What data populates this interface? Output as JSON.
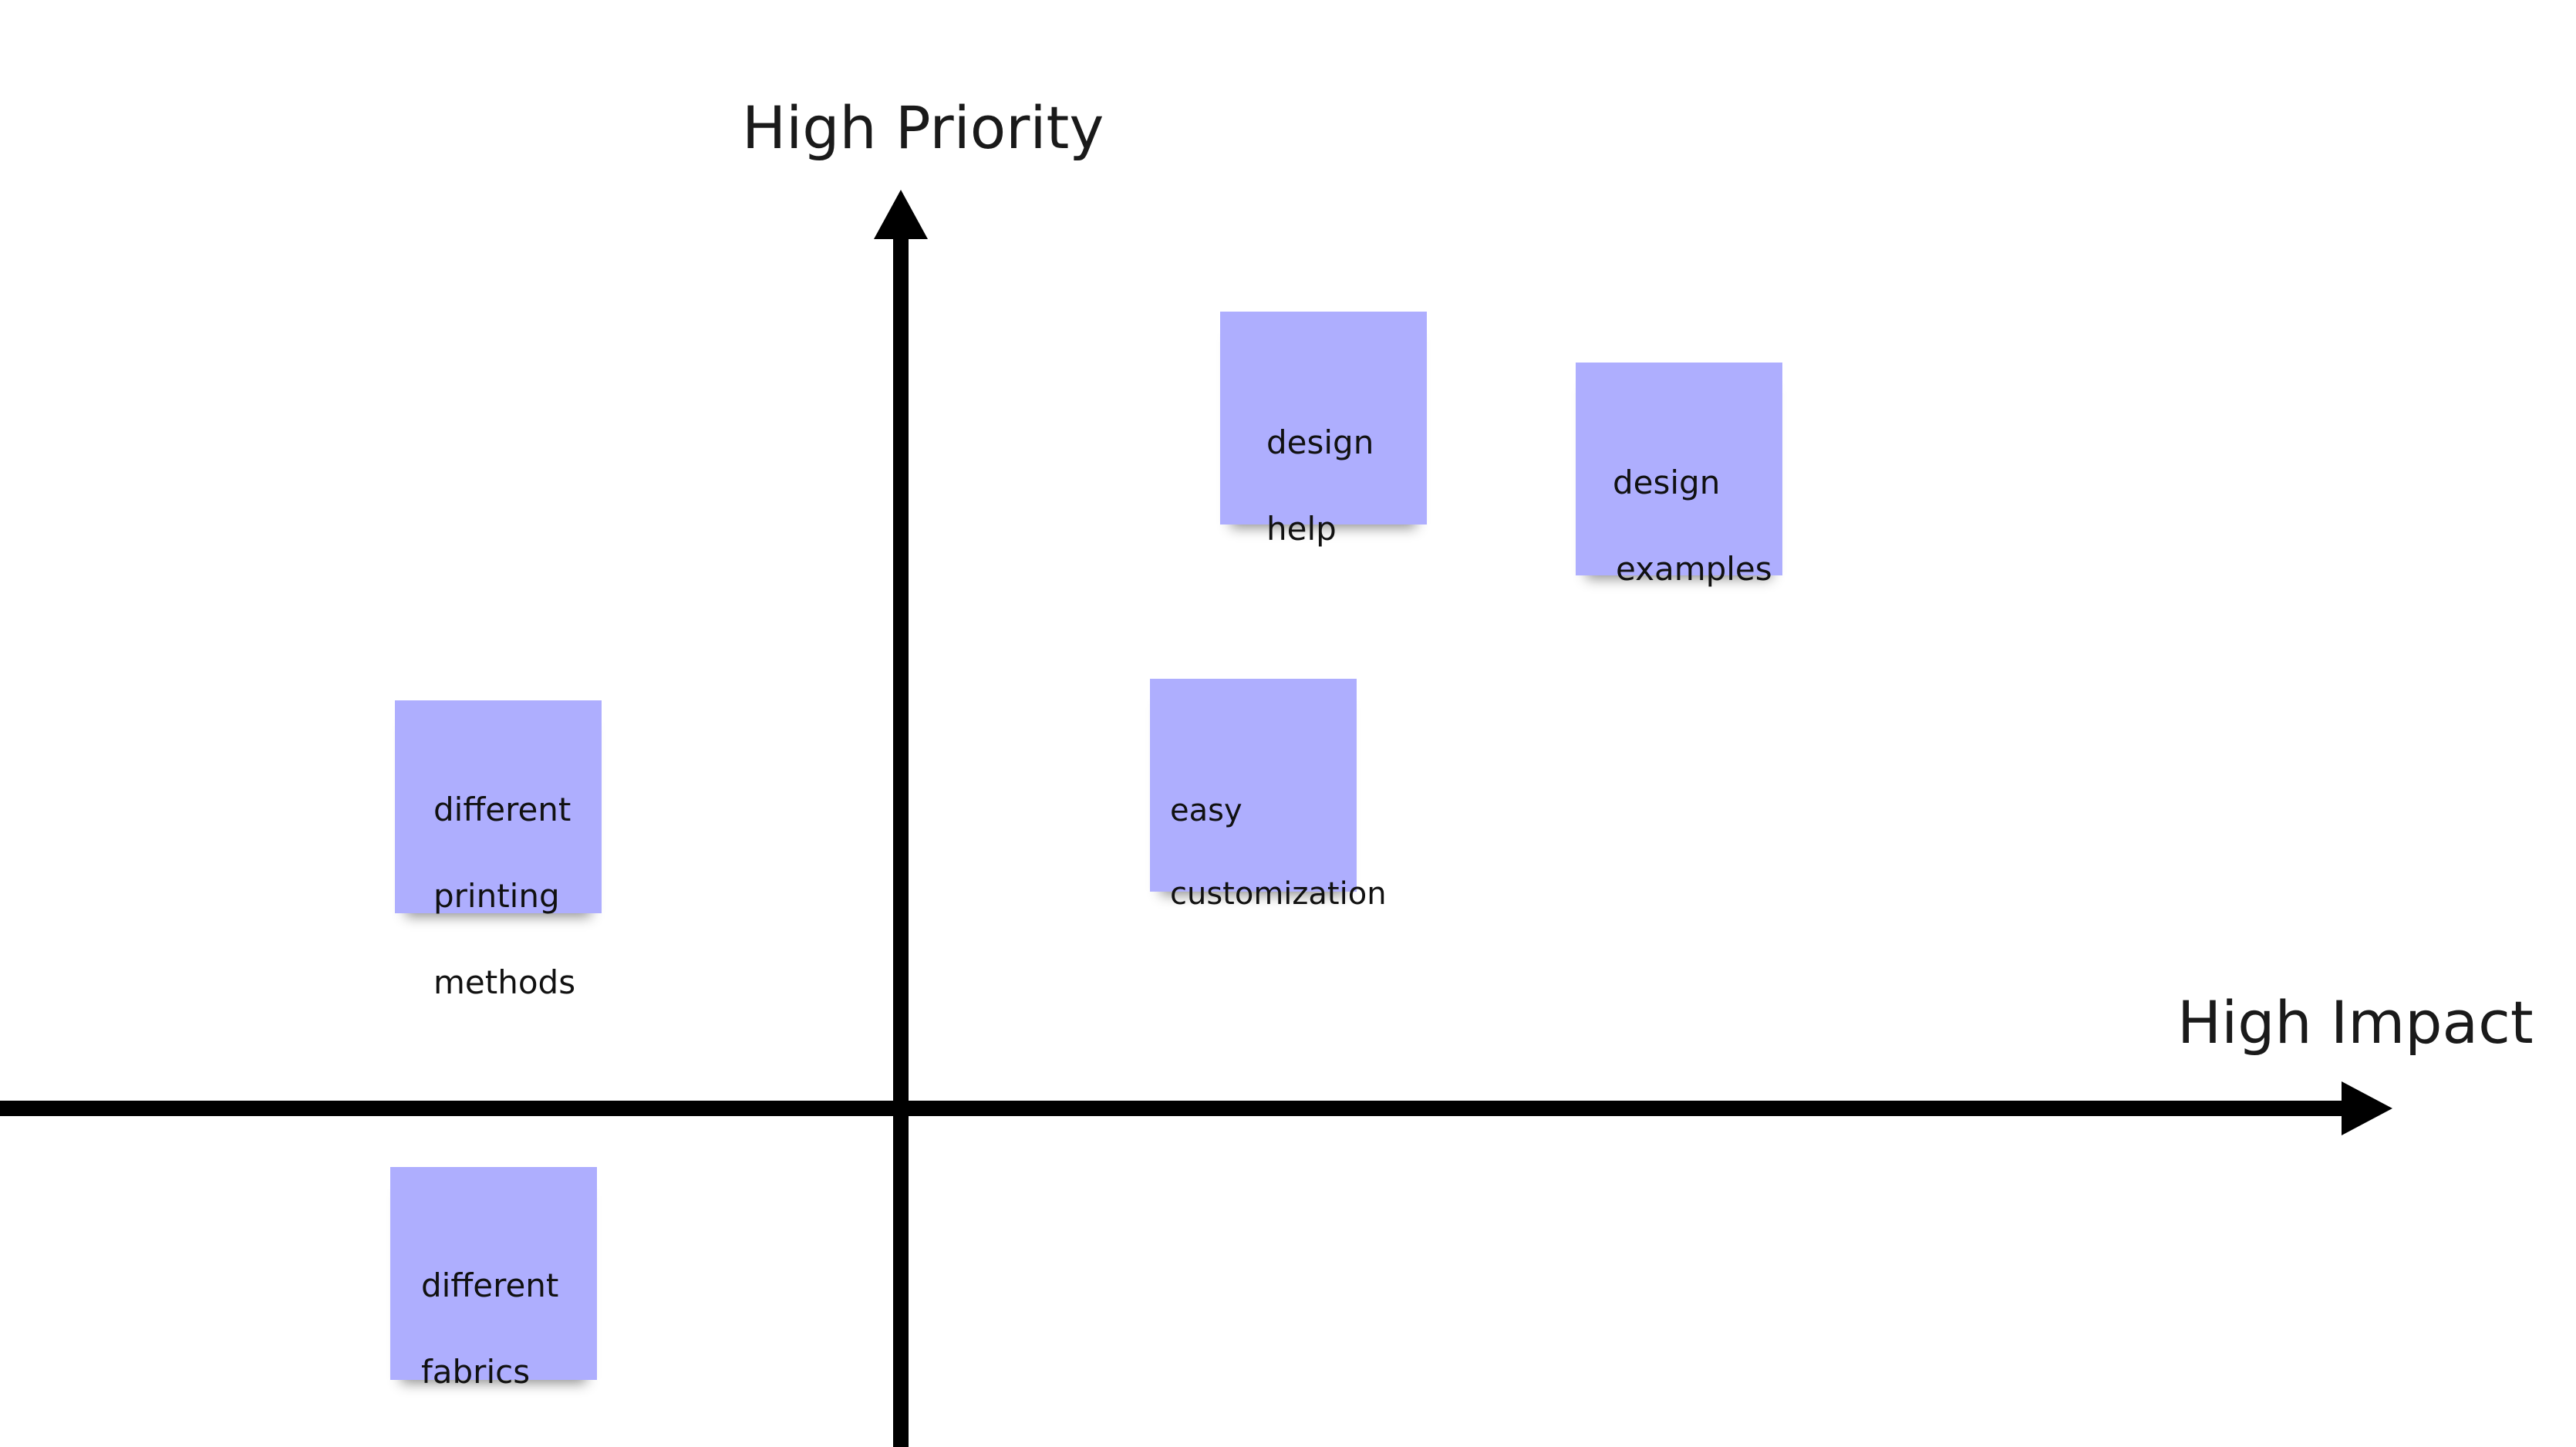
{
  "axes": {
    "y_label": "High Priority",
    "x_label": "High Impact",
    "stroke_color": "#000000"
  },
  "note_color": "#aeaefe",
  "notes": [
    {
      "id": "design-help",
      "lines": [
        "design",
        "help"
      ]
    },
    {
      "id": "design-examples",
      "lines": [
        "design",
        "examples"
      ]
    },
    {
      "id": "different-printing-methods",
      "lines": [
        "different",
        "printing",
        "methods"
      ]
    },
    {
      "id": "easy-customization",
      "lines": [
        "easy",
        "customization"
      ]
    },
    {
      "id": "different-fabrics",
      "lines": [
        "different",
        "fabrics"
      ]
    }
  ]
}
